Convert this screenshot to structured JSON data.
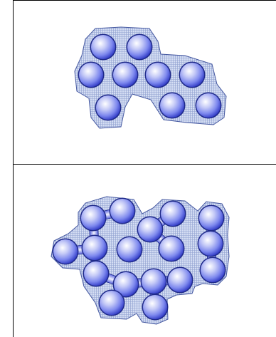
{
  "panels": [
    {
      "id": "top",
      "circles": [
        [
          145,
          66
        ],
        [
          196,
          66
        ],
        [
          128,
          105
        ],
        [
          176,
          105
        ],
        [
          222,
          105
        ],
        [
          270,
          105
        ],
        [
          152,
          151
        ],
        [
          242,
          148
        ],
        [
          293,
          148
        ]
      ],
      "bridges": []
    },
    {
      "id": "bottom",
      "circles": [
        [
          131,
          306
        ],
        [
          172,
          296
        ],
        [
          243,
          300
        ],
        [
          297,
          306
        ],
        [
          211,
          322
        ],
        [
          92,
          353
        ],
        [
          133,
          348
        ],
        [
          182,
          350
        ],
        [
          241,
          349
        ],
        [
          296,
          342
        ],
        [
          135,
          384
        ],
        [
          299,
          379
        ],
        [
          177,
          399
        ],
        [
          216,
          395
        ],
        [
          253,
          393
        ],
        [
          157,
          425
        ],
        [
          218,
          431
        ]
      ],
      "bridges": [
        [
          0,
          1
        ],
        [
          4,
          2
        ],
        [
          4,
          8
        ],
        [
          0,
          6
        ],
        [
          3,
          9
        ],
        [
          9,
          11
        ],
        [
          5,
          6
        ],
        [
          6,
          10
        ],
        [
          12,
          13
        ],
        [
          13,
          14
        ],
        [
          12,
          15
        ],
        [
          13,
          16
        ],
        [
          10,
          12
        ]
      ]
    }
  ],
  "colors": {
    "blob_fill": "#d4ddf3",
    "blob_grid": "#8f9fcf",
    "blob_outline": "#4558a0",
    "sphere_light": "#ffffff",
    "sphere_mid": "#7d88ee",
    "sphere_dark": "#2d37c4",
    "sphere_edge": "#1f2a8a"
  }
}
